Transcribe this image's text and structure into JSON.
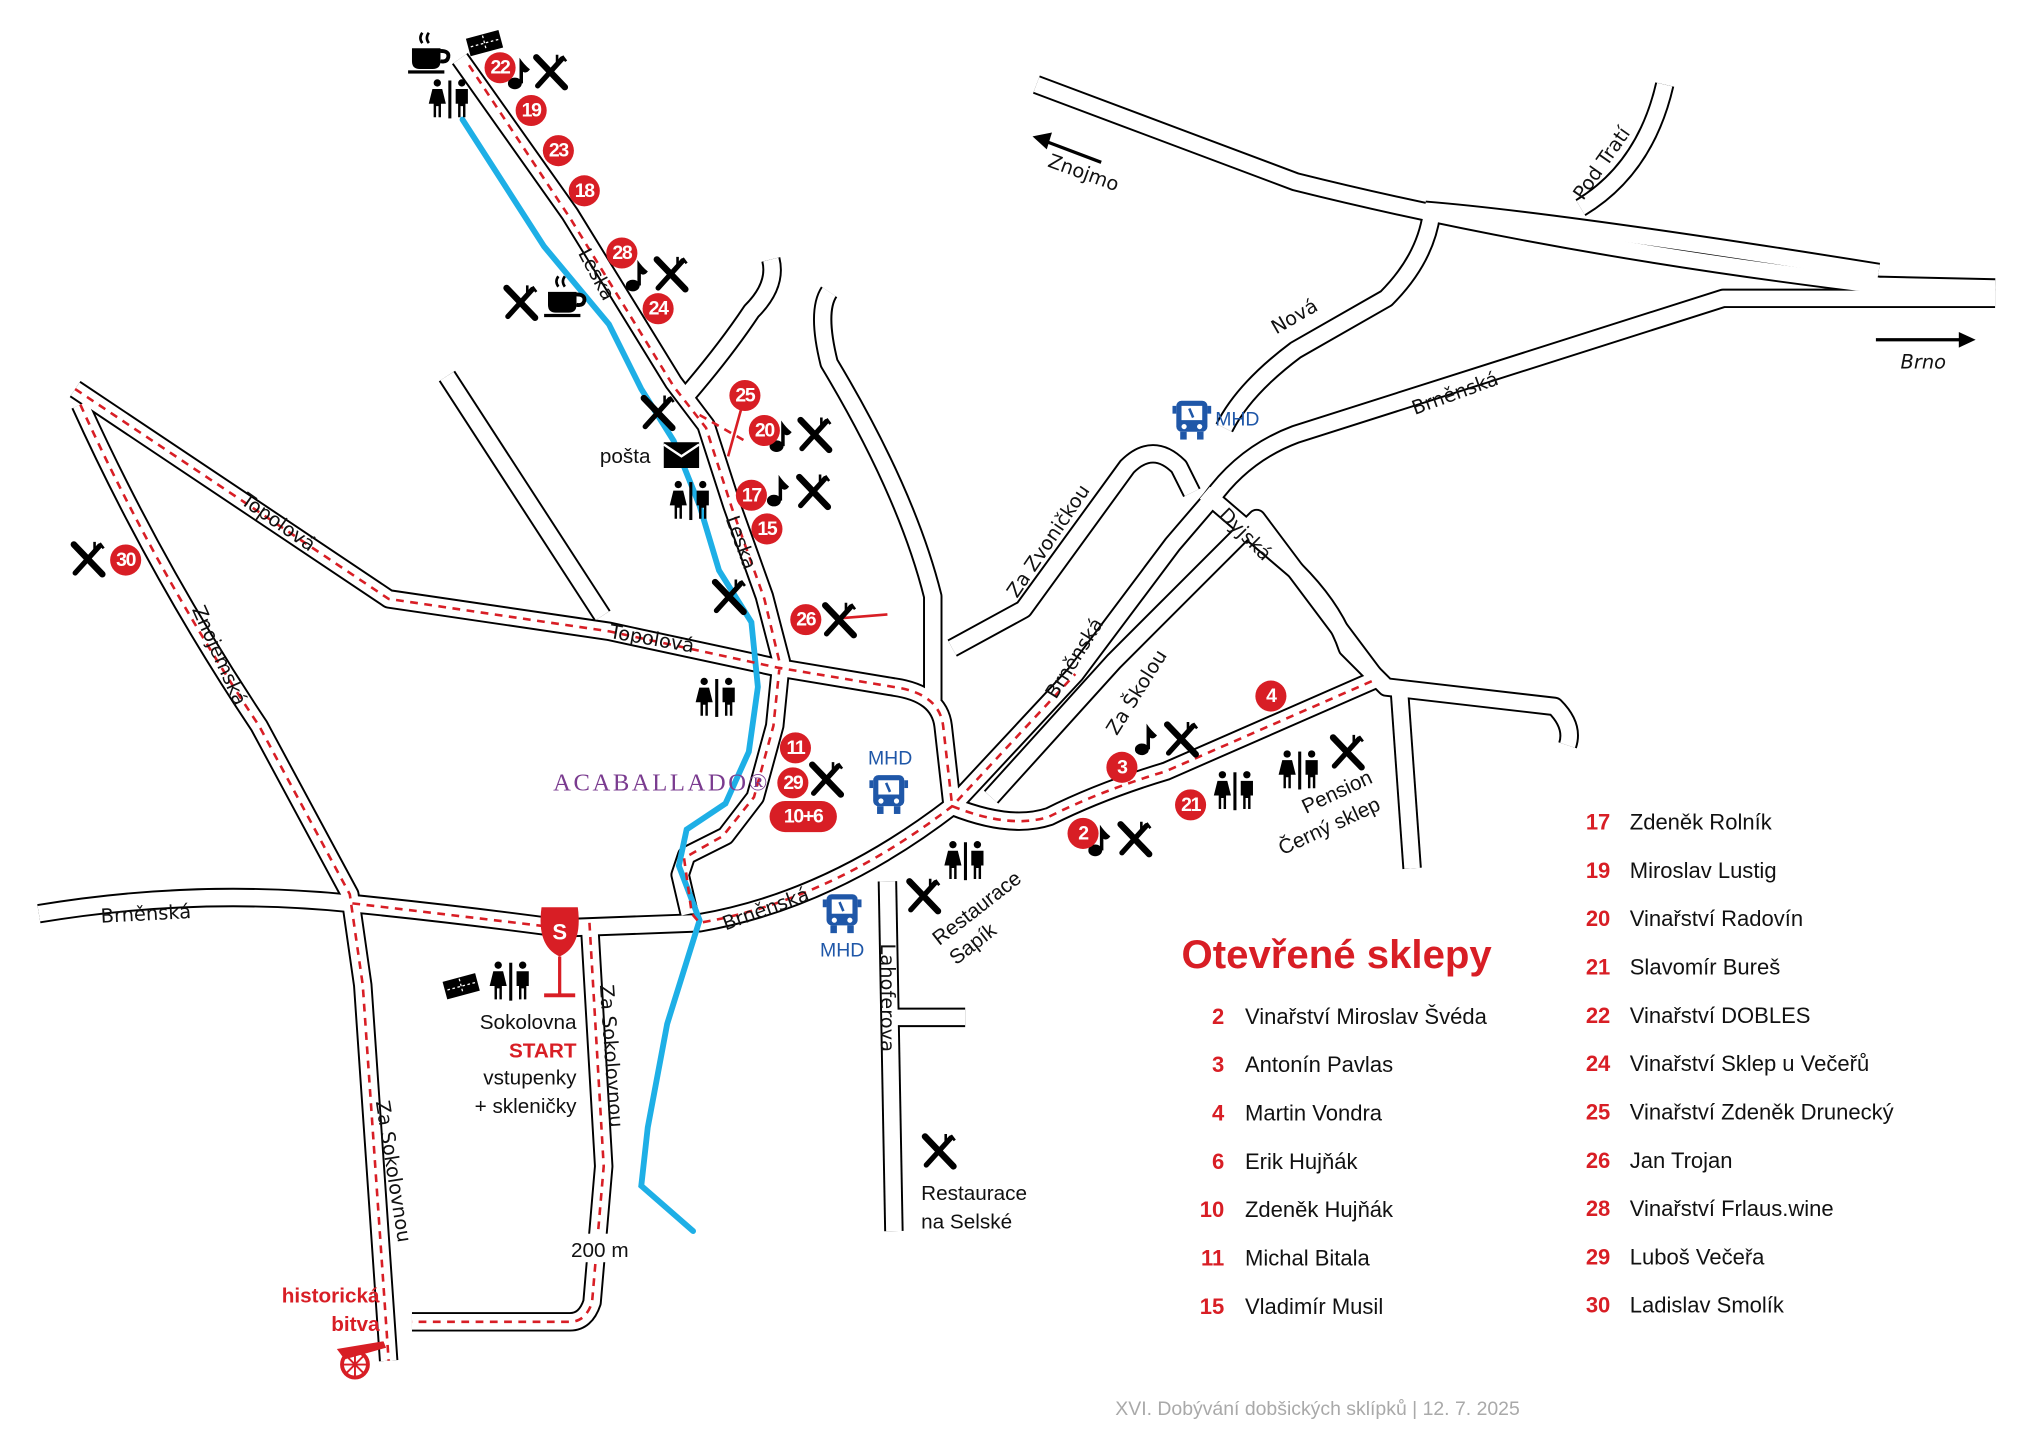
{
  "map": {
    "streets": {
      "leska_1": "Leska",
      "leska_2": "Leska",
      "topolova_1": "Topolová",
      "topolova_2": "Topolová",
      "znojemska": "Znojemská",
      "brnenska_1": "Brněnská",
      "brnenska_2": "Brněnská",
      "brnenska_3": "Brněnská",
      "brnenska_4": "Brněnská",
      "za_zvonickou": "Za Zvoničkou",
      "za_skolou": "Za Školou",
      "dyjska": "Dyjská",
      "nova": "Nová",
      "pod_trati": "Pod Tratí",
      "za_sokolovnou_1": "Za Sokolovnou",
      "za_sokolovnou_2": "Za Sokolovnou",
      "lahoferova": "Lahoferova"
    },
    "directions": {
      "znojmo": "Znojmo",
      "brno": "Brno"
    },
    "markers": {
      "m22": "22",
      "m19": "19",
      "m23": "23",
      "m18": "18",
      "m28": "28",
      "m24": "24",
      "m25": "25",
      "m20": "20",
      "m17": "17",
      "m15": "15",
      "m26": "26",
      "m11": "11",
      "m29": "29",
      "m10_6": "10+6",
      "m4": "4",
      "m3": "3",
      "m21": "21",
      "m2": "2",
      "m30": "30",
      "start": "S"
    },
    "labels": {
      "posta": "pošta",
      "mhd": "MHD",
      "brand": "ACABALLADO®",
      "sokolovna": "Sokolovna",
      "start": "START",
      "vstupenky": "vstupenky",
      "sklenicky": "+ skleničky",
      "scale": "200 m",
      "bitva_1": "historická",
      "bitva_2": "bitva",
      "selske_1": "Restaurace",
      "selske_2": "na Selské",
      "sapik_1": "Restaurace",
      "sapik_2": "Sapík",
      "pension_1": "Pension",
      "pension_2": "Černý sklep"
    },
    "colors": {
      "route": "#d81e25",
      "river": "#1eafe6",
      "bus": "#1f57a8",
      "brand": "#7a3b8f"
    }
  },
  "legend": {
    "title": "Otevřené sklepy",
    "left": [
      {
        "num": "2",
        "name": "Vinařství Miroslav Švéda"
      },
      {
        "num": "3",
        "name": "Antonín Pavlas"
      },
      {
        "num": "4",
        "name": "Martin Vondra"
      },
      {
        "num": "6",
        "name": "Erik Hujňák"
      },
      {
        "num": "10",
        "name": "Zdeněk Hujňák"
      },
      {
        "num": "11",
        "name": "Michal Bitala"
      },
      {
        "num": "15",
        "name": "Vladimír Musil"
      }
    ],
    "right": [
      {
        "num": "17",
        "name": "Zdeněk Rolník"
      },
      {
        "num": "19",
        "name": "Miroslav Lustig"
      },
      {
        "num": "20",
        "name": "Vinařství Radovín"
      },
      {
        "num": "21",
        "name": "Slavomír Bureš"
      },
      {
        "num": "22",
        "name": "Vinařství DOBLES"
      },
      {
        "num": "24",
        "name": "Vinařství Sklep u Večeřů"
      },
      {
        "num": "25",
        "name": "Vinařství Zdeněk Drunecký"
      },
      {
        "num": "26",
        "name": "Jan Trojan"
      },
      {
        "num": "28",
        "name": "Vinařství Frlaus.wine"
      },
      {
        "num": "29",
        "name": "Luboš Večeřa"
      },
      {
        "num": "30",
        "name": "Ladislav Smolík"
      }
    ]
  },
  "footer": "XVI. Dobývání dobšických sklípků  |  12. 7. 2025"
}
